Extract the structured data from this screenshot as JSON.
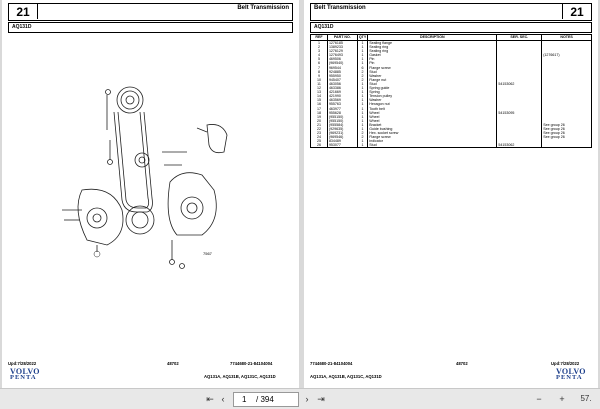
{
  "left_page": {
    "section_number": "21",
    "title": "Belt Transmission",
    "model_code": "AQ131D",
    "illustration_code": "7567",
    "footer_date": "Upd:7/28/2022",
    "footer_code": "48702",
    "footer_docnum": "7744680-21-84104004",
    "footer_models": "AQ131A, AQ131B, AQ131C, AQ131D",
    "brand_line1": "VOLVO",
    "brand_line2": "PENTA"
  },
  "right_page": {
    "section_number": "21",
    "title": "Belt Transmission",
    "model_code": "AQ131D",
    "footer_docnum": "7744680-21-84104004",
    "footer_code": "48702",
    "footer_date": "Upd:7/28/2022",
    "footer_models": "AQ131A, AQ131B, AQ131C, AQ131D",
    "brand_line1": "VOLVO",
    "brand_line2": "PENTA",
    "table_headers": [
      "REF",
      "PART NO.",
      "QTY",
      "DESCRIPTION",
      "SER. SEC.",
      "NOTES"
    ],
    "rows": [
      [
        "1",
        "1276185",
        "1",
        "Sealing flange",
        "",
        ""
      ],
      [
        "2",
        "1389233",
        "1",
        "Sealing ring",
        "",
        ""
      ],
      [
        "3",
        "1276129",
        "1",
        "Sealing ring",
        "",
        ""
      ],
      [
        "4",
        "1276493",
        "1",
        "Gasket",
        "",
        "(1276617)"
      ],
      [
        "5",
        "469506",
        "1",
        "Pin",
        "",
        ""
      ],
      [
        "6",
        "(969540)",
        "1",
        "Pin",
        "",
        ""
      ],
      [
        "7",
        "969544",
        "6",
        "Flange screw",
        "",
        ""
      ],
      [
        "8",
        "924885",
        "2",
        "Stud",
        "",
        ""
      ],
      [
        "9",
        "955950",
        "2",
        "Washer",
        "",
        ""
      ],
      [
        "10",
        "945407",
        "2",
        "Flange nut",
        "",
        ""
      ],
      [
        "11",
        "463056",
        "1",
        "Stud",
        "54153062",
        ""
      ],
      [
        "12",
        "463386",
        "1",
        "Spring guide",
        "",
        ""
      ],
      [
        "13",
        "421669",
        "1",
        "Spring",
        "",
        ""
      ],
      [
        "14",
        "421990",
        "1",
        "Tension pulley",
        "",
        ""
      ],
      [
        "15",
        "463569",
        "1",
        "Washer",
        "",
        ""
      ],
      [
        "16",
        "955763",
        "1",
        "Hexagon nut",
        "",
        ""
      ],
      [
        "17",
        "463977",
        "1",
        "Tooth belt",
        "",
        ""
      ],
      [
        "18",
        "955628",
        "1",
        "Wheel",
        "54153095",
        ""
      ],
      [
        "19",
        "(955150)",
        "1",
        "Wheel",
        "",
        ""
      ],
      [
        "20",
        "(955150)",
        "1",
        "Wheel",
        "",
        ""
      ],
      [
        "21",
        "(955584)",
        "1",
        "Bracket",
        "",
        "See group 26"
      ],
      [
        "22",
        "(929635)",
        "1",
        "Guide bushing",
        "",
        "See group 26"
      ],
      [
        "23",
        "(969231)",
        "2",
        "Hex. socket screw",
        "",
        "See group 26"
      ],
      [
        "24",
        "(969546)",
        "2",
        "Flange screw",
        "",
        "See group 26"
      ],
      [
        "25",
        "834489",
        "1",
        "Indicator",
        "",
        ""
      ],
      [
        "26",
        "953077",
        "1",
        "Stud",
        "54153062",
        ""
      ]
    ]
  },
  "toolbar": {
    "current_page": "1",
    "total_pages": "/ 394",
    "zoom": "57."
  }
}
